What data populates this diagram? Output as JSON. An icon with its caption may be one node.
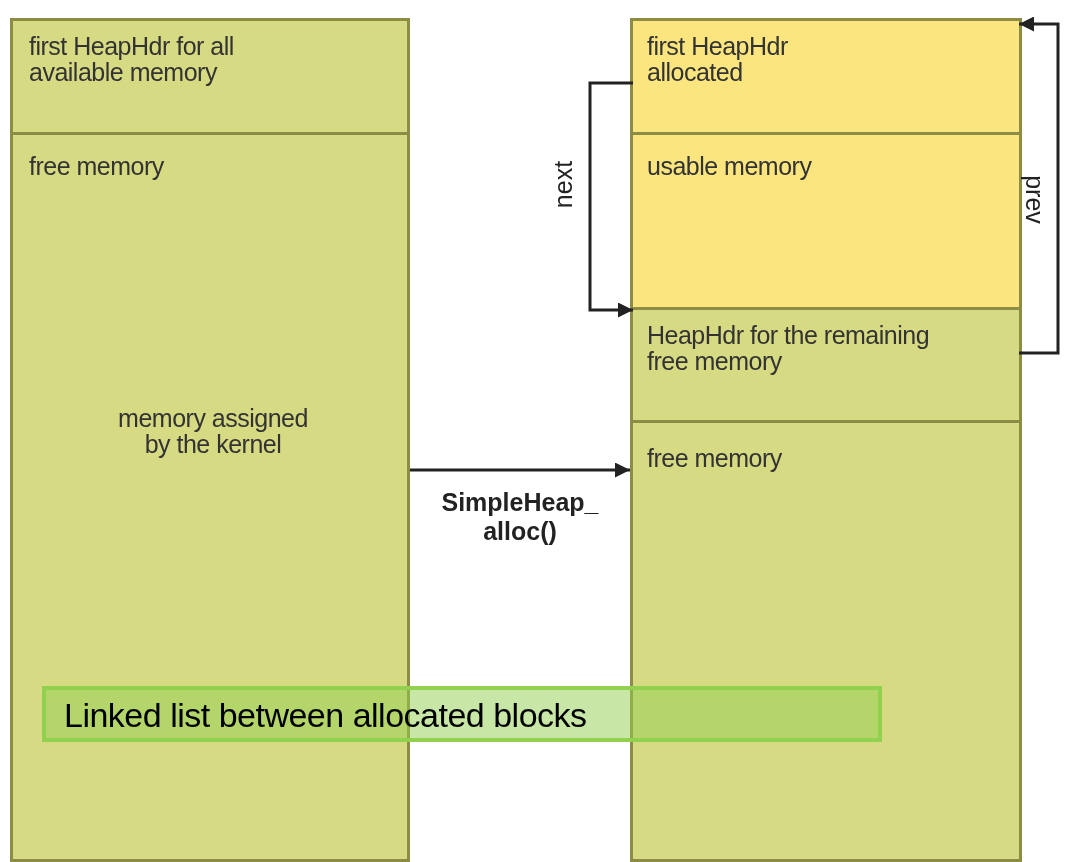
{
  "diagram": {
    "nodes": [
      {
        "text": [],
        "shape": "box"
      },
      {
        "text": [
          "first HeapHdr for all available memory"
        ],
        "in": 0
      },
      {
        "text": [
          "free memory",
          "memory assigned by the kernel"
        ],
        "in": 0
      },
      {
        "text": [],
        "shape": "box"
      },
      {
        "text": [
          "first HeapHdr allocated"
        ],
        "in": 3
      },
      {
        "text": [
          "usable memory"
        ],
        "in": 3
      },
      {
        "text": [
          "HeapHdr for the remaining free memory"
        ],
        "in": 3
      },
      {
        "text": [
          "free memory"
        ],
        "in": 3
      },
      {
        "text": [
          "Linked list between allocated blocks"
        ]
      }
    ],
    "edges": [
      {
        "from": 0,
        "to": 3,
        "arrow": "to",
        "label": "SimpleHeap_ alloc()"
      },
      {
        "from": 4,
        "to": 6,
        "arrow": "to",
        "label": "next"
      },
      {
        "from": 6,
        "to": 4,
        "arrow": "to",
        "label": "prev"
      }
    ]
  }
}
